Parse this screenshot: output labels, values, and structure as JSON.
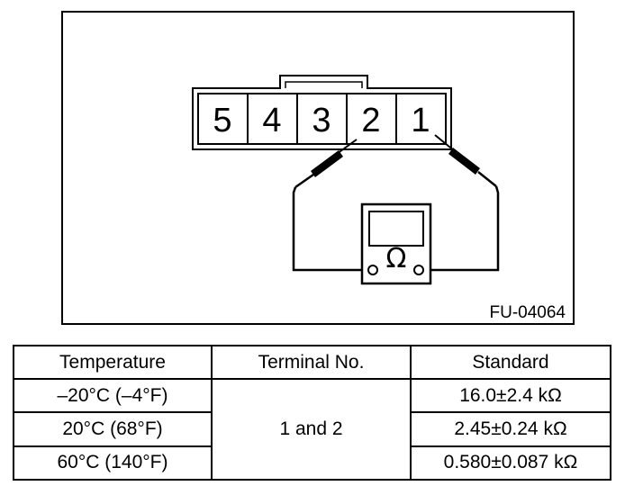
{
  "diagram": {
    "connector_pins": [
      "5",
      "4",
      "3",
      "2",
      "1"
    ],
    "meter_symbol": "Ω",
    "figure_code": "FU-04064",
    "icons": {
      "meter": "ohmmeter-icon",
      "probe": "test-probe-icon"
    }
  },
  "table": {
    "headers": [
      "Temperature",
      "Terminal No.",
      "Standard"
    ],
    "terminal": "1 and 2",
    "rows": [
      {
        "temperature": "–20°C (–4°F)",
        "standard": "16.0±2.4 kΩ"
      },
      {
        "temperature": "20°C (68°F)",
        "standard": "2.45±0.24 kΩ"
      },
      {
        "temperature": "60°C (140°F)",
        "standard": "0.580±0.087 kΩ"
      }
    ]
  }
}
